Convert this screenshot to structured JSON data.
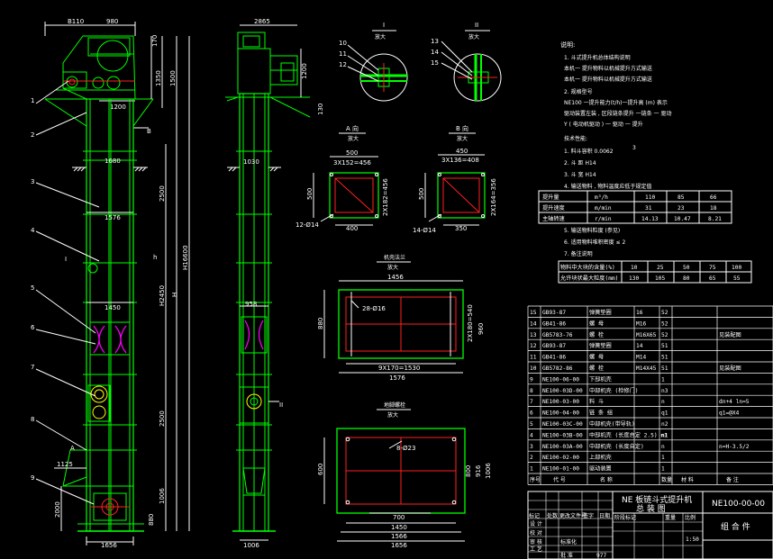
{
  "front_view": {
    "dims_top": [
      "B110",
      "980"
    ],
    "dims_right": [
      "170",
      "1350",
      "1500",
      "1200",
      "2500",
      "H2450",
      "H16600",
      "2500",
      "1006",
      "880",
      "H"
    ],
    "dims_horizontal": [
      "1200",
      "1680",
      "1576",
      "1450",
      "1125",
      "1656"
    ],
    "dims_left": [
      "2000"
    ],
    "section_mark": "B",
    "section_mark_a": "A",
    "detail_mark": "I",
    "h_mark": "h",
    "parts": [
      "1",
      "2",
      "3",
      "4",
      "5",
      "6",
      "7",
      "8",
      "9"
    ]
  },
  "side_view": {
    "dims": [
      "2865",
      "1030",
      "1200",
      "130",
      "958",
      "1006"
    ],
    "detail_mark": "II"
  },
  "detail_1": {
    "title": "I",
    "subtitle": "放大",
    "labels": [
      "10",
      "11",
      "12"
    ]
  },
  "detail_2": {
    "title": "II",
    "subtitle": "放大",
    "labels": [
      "13",
      "14",
      "15"
    ]
  },
  "section_a": {
    "title": "A 向",
    "subtitle": "放大",
    "dims": [
      "500",
      "3X152=456",
      "500",
      "2X182=456",
      "400",
      "12-Ø14"
    ]
  },
  "section_b": {
    "title": "B 向",
    "subtitle": "放大",
    "dims": [
      "450",
      "3X136=408",
      "500",
      "2X164=356",
      "350",
      "14-Ø14"
    ]
  },
  "section_flange": {
    "title": "机壳法兰",
    "subtitle": "放大",
    "dims": [
      "1456",
      "28-Ø16",
      "880",
      "2X180=540",
      "960",
      "9X170=1530",
      "1576"
    ]
  },
  "section_base": {
    "title": "地脚螺栓",
    "subtitle": "放大",
    "dims": [
      "8-Ø23",
      "600",
      "800",
      "916",
      "1006",
      "700",
      "1450",
      "1566",
      "1656"
    ]
  },
  "notes": {
    "heading": "说明:",
    "lines": [
      "1. 斗式提升机总体结构说明",
      "  本机一 提升物料以机械提升方式输送",
      "  本机一 提升物料以机械提升方式输送",
      "2. 规格型号",
      "  NE100 一提升能力(t/h)一提升高 (m) 表示",
      "  驱动装置左装 , 区段链条提升 一链条 一 驱动",
      "  Y ( 电动机驱动 ) 一 驱动 一 提升",
      "技术性能:",
      "1. 料斗容积  0.0062",
      "2. 斗  距   H14",
      "3. 斗  宽   H14",
      "4. 输送物料 , 物料温度应低于规定值",
      "5. 输送物料粒度 (参见)",
      "6. 适用物料堆积密度 ≤ 2",
      "7. 备注说明"
    ],
    "superscript": "3"
  },
  "perf_table": {
    "rows": [
      [
        "提升量",
        "m³/h",
        "110",
        "85",
        "66"
      ],
      [
        "提升速度",
        "m/min",
        "31",
        "23",
        "18"
      ],
      [
        "主轴转速",
        "r/min",
        "14.13",
        "10.47",
        "8.21"
      ]
    ]
  },
  "lump_table": {
    "rows": [
      [
        "物料中大块的含量(%)",
        "10",
        "25",
        "50",
        "75",
        "100"
      ],
      [
        "允许块状最大粒度(mm)",
        "130",
        "105",
        "80",
        "65",
        "55"
      ]
    ]
  },
  "bom": {
    "rows": [
      [
        "15",
        "GB93-87",
        "弹簧垫圈",
        "16",
        "52",
        ""
      ],
      [
        "14",
        "GB41-86",
        "螺 母",
        "M16",
        "52",
        ""
      ],
      [
        "13",
        "GB5783-76",
        "螺 栓",
        "M16X65",
        "52",
        "",
        "见装配图"
      ],
      [
        "12",
        "GB93-87",
        "弹簧垫圈",
        "14",
        "51",
        ""
      ],
      [
        "11",
        "GB41-86",
        "螺 母",
        "M14",
        "51",
        ""
      ],
      [
        "10",
        "GB5782-86",
        "螺 栓",
        "M14X45",
        "51",
        "",
        "见装配图"
      ],
      [
        "9",
        "NE100-06-00",
        "下部机壳",
        "",
        "1",
        ""
      ],
      [
        "8",
        "NE100-03D-00",
        "中部机壳 (检修门)",
        "",
        "n3",
        ""
      ],
      [
        "7",
        "NE100-03-00",
        "料 斗",
        "",
        "n",
        "",
        "dn+4 ln=5"
      ],
      [
        "6",
        "NE100-04-00",
        "链 条 组",
        "",
        "q1",
        "",
        "q1=@X4"
      ],
      [
        "5",
        "NE100-03C-00",
        "中部机壳(带导轨)",
        "",
        "n2",
        ""
      ],
      [
        "4",
        "NE100-03B-00",
        "中部机壳 (长度自定 2.5) n1",
        "",
        "n1",
        ""
      ],
      [
        "3",
        "NE100-03A-00",
        "中部机壳 (长度自定)",
        "",
        "n",
        "",
        "n=H-3.5/2"
      ],
      [
        "2",
        "NE100-02-00",
        "上部机壳",
        "",
        "1",
        ""
      ],
      [
        "1",
        "NE100-01-00",
        "驱动装置",
        "",
        "1",
        ""
      ]
    ],
    "header": [
      "序号",
      "代 号",
      "名 称",
      "",
      "数量",
      "材 料",
      "备 注"
    ]
  },
  "title_block": {
    "name_line1": "NE 板链斗式提升机",
    "name_line2": "总 装 图",
    "drawing_no": "NE100-00-00",
    "subname": "组 合 件",
    "scale": "1:50",
    "weight": "977",
    "rows": [
      "设 计",
      "校 对",
      "审 核",
      "工 艺",
      "标准化",
      "批 准"
    ],
    "cols": [
      "标记",
      "处数",
      "更改文件号",
      "签字",
      "日期"
    ],
    "stage_labels": [
      "阶段标记",
      "重量",
      "比例"
    ]
  }
}
